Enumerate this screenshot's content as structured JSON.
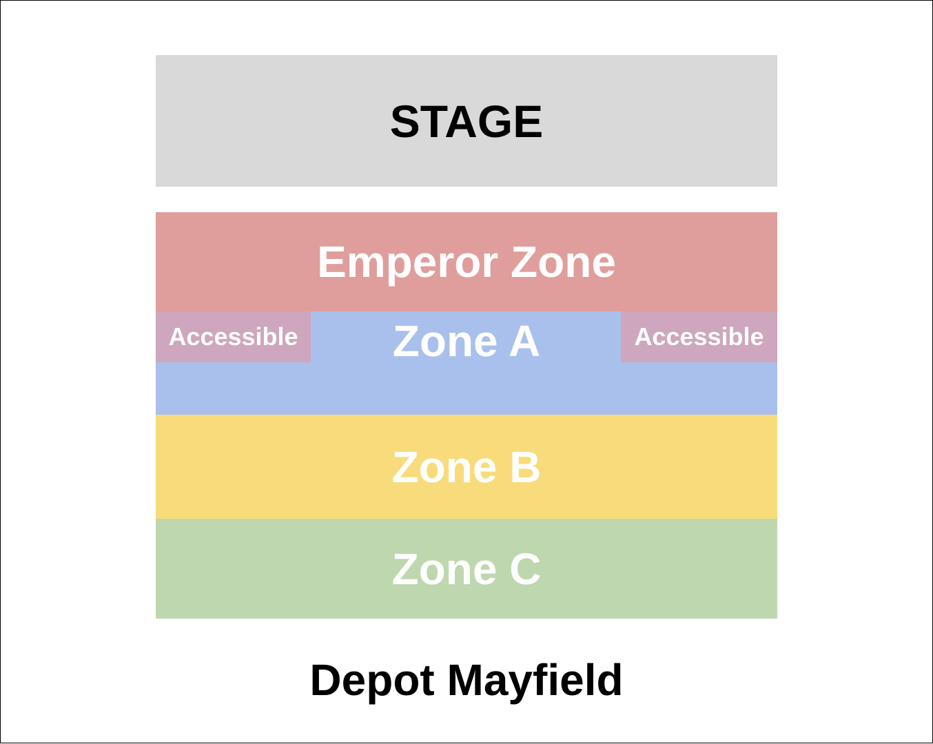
{
  "stage": "STAGE",
  "zones": {
    "emperor": "Emperor Zone",
    "zone_a": "Zone A",
    "accessible_left": "Accessible",
    "accessible_right": "Accessible",
    "zone_b": "Zone B",
    "zone_c": "Zone C"
  },
  "venue": "Depot Mayfield",
  "colors": {
    "stage": "#d9d9d9",
    "emperor": "#df9e9c",
    "zone_a": "#a9c0ec",
    "accessible": "#cea6bd",
    "zone_b": "#f8dc7b",
    "zone_c": "#bfd7ae"
  }
}
